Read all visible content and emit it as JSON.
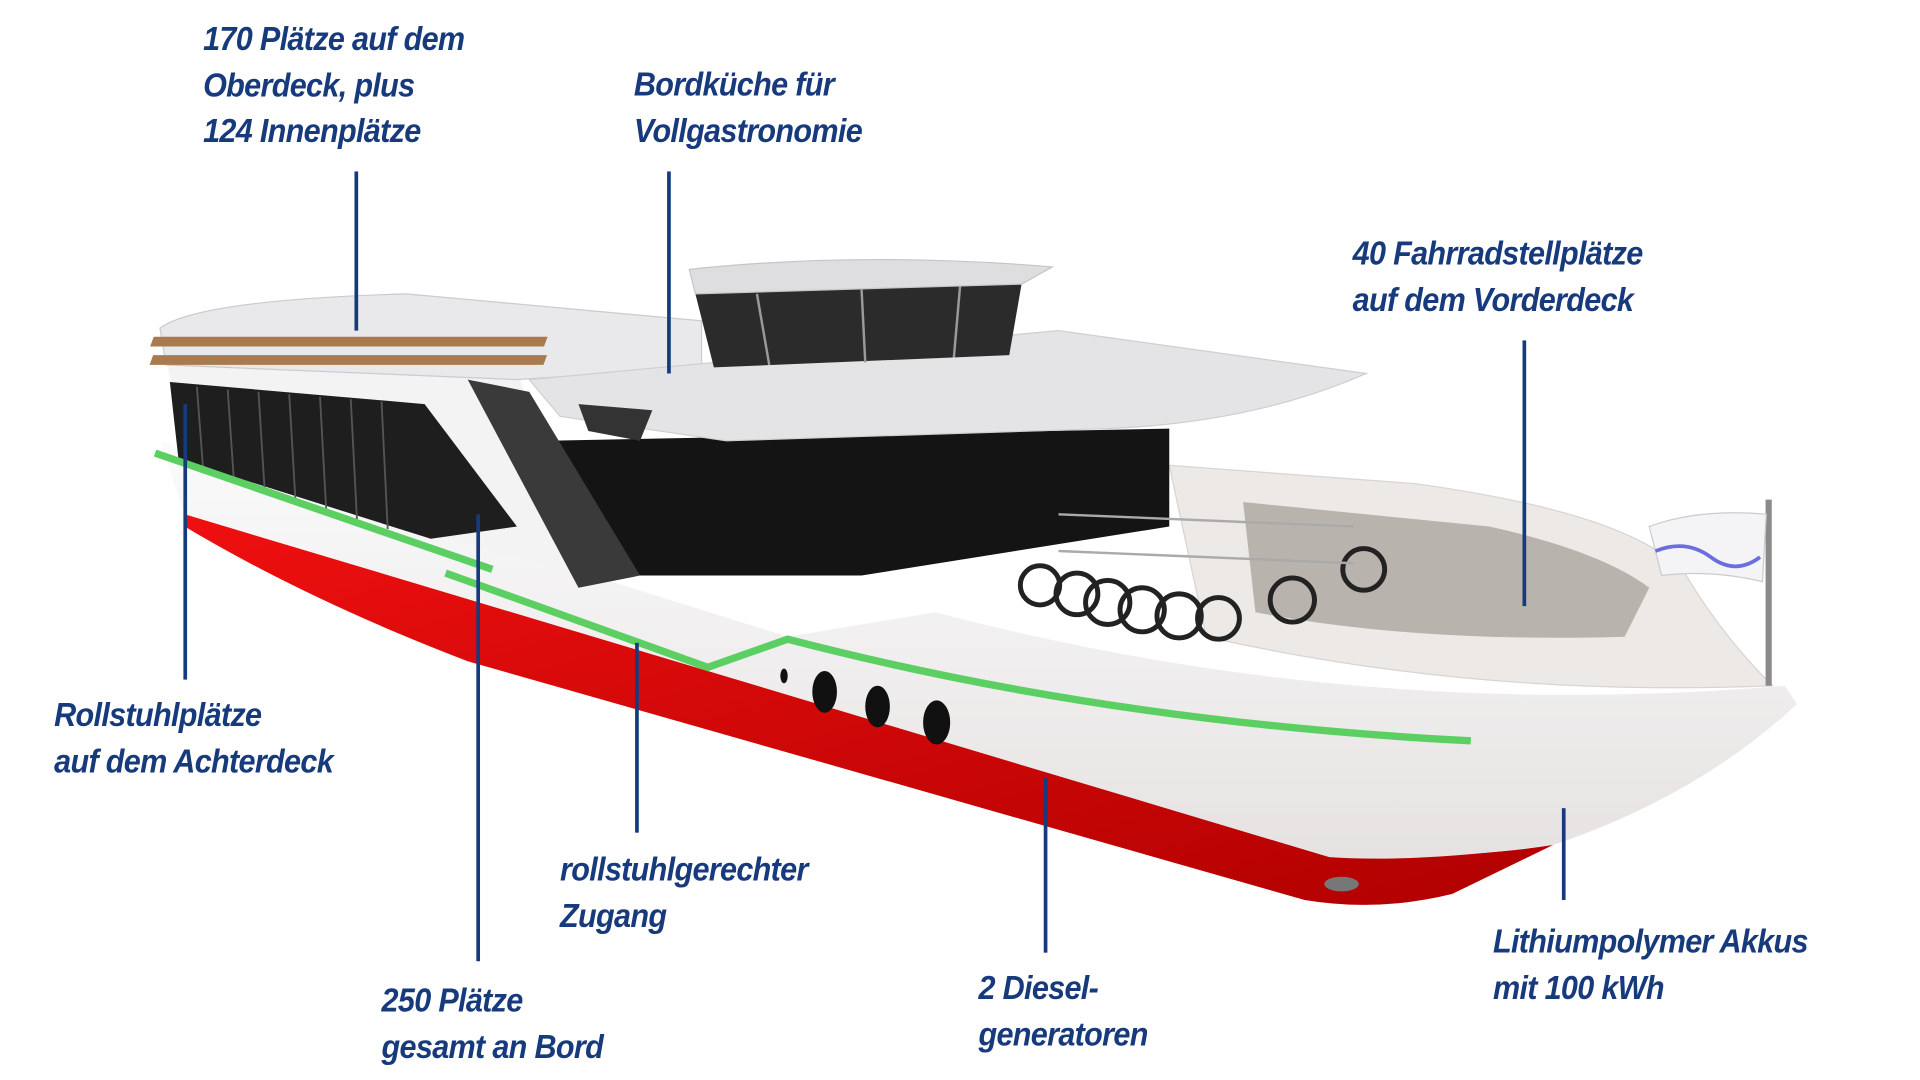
{
  "colors": {
    "label": "#173a7c",
    "hull_red": "#e00a0a",
    "stripe_green": "#5ccf63"
  },
  "annotations": [
    {
      "id": "upper-deck-seats",
      "lines": [
        "170 Plätze auf dem",
        "Oberdeck, plus",
        "124 Innenplätze"
      ]
    },
    {
      "id": "galley",
      "lines": [
        "Bordküche für",
        "Vollgastronomie"
      ]
    },
    {
      "id": "bike-spaces",
      "lines": [
        "40 Fahrradstellplätze",
        "auf dem Vorderdeck"
      ]
    },
    {
      "id": "wheelchair-spaces",
      "lines": [
        "Rollstuhlplätze",
        "auf dem Achterdeck"
      ]
    },
    {
      "id": "total-seats",
      "lines": [
        "250 Plätze",
        "gesamt an Bord"
      ]
    },
    {
      "id": "wheelchair-access",
      "lines": [
        "rollstuhlgerechter",
        "Zugang"
      ]
    },
    {
      "id": "diesel-generators",
      "lines": [
        "2 Diesel-",
        "generatoren"
      ]
    },
    {
      "id": "batteries",
      "lines": [
        "Lithiumpolymer Akkus",
        "mit 100 kWh"
      ]
    }
  ]
}
